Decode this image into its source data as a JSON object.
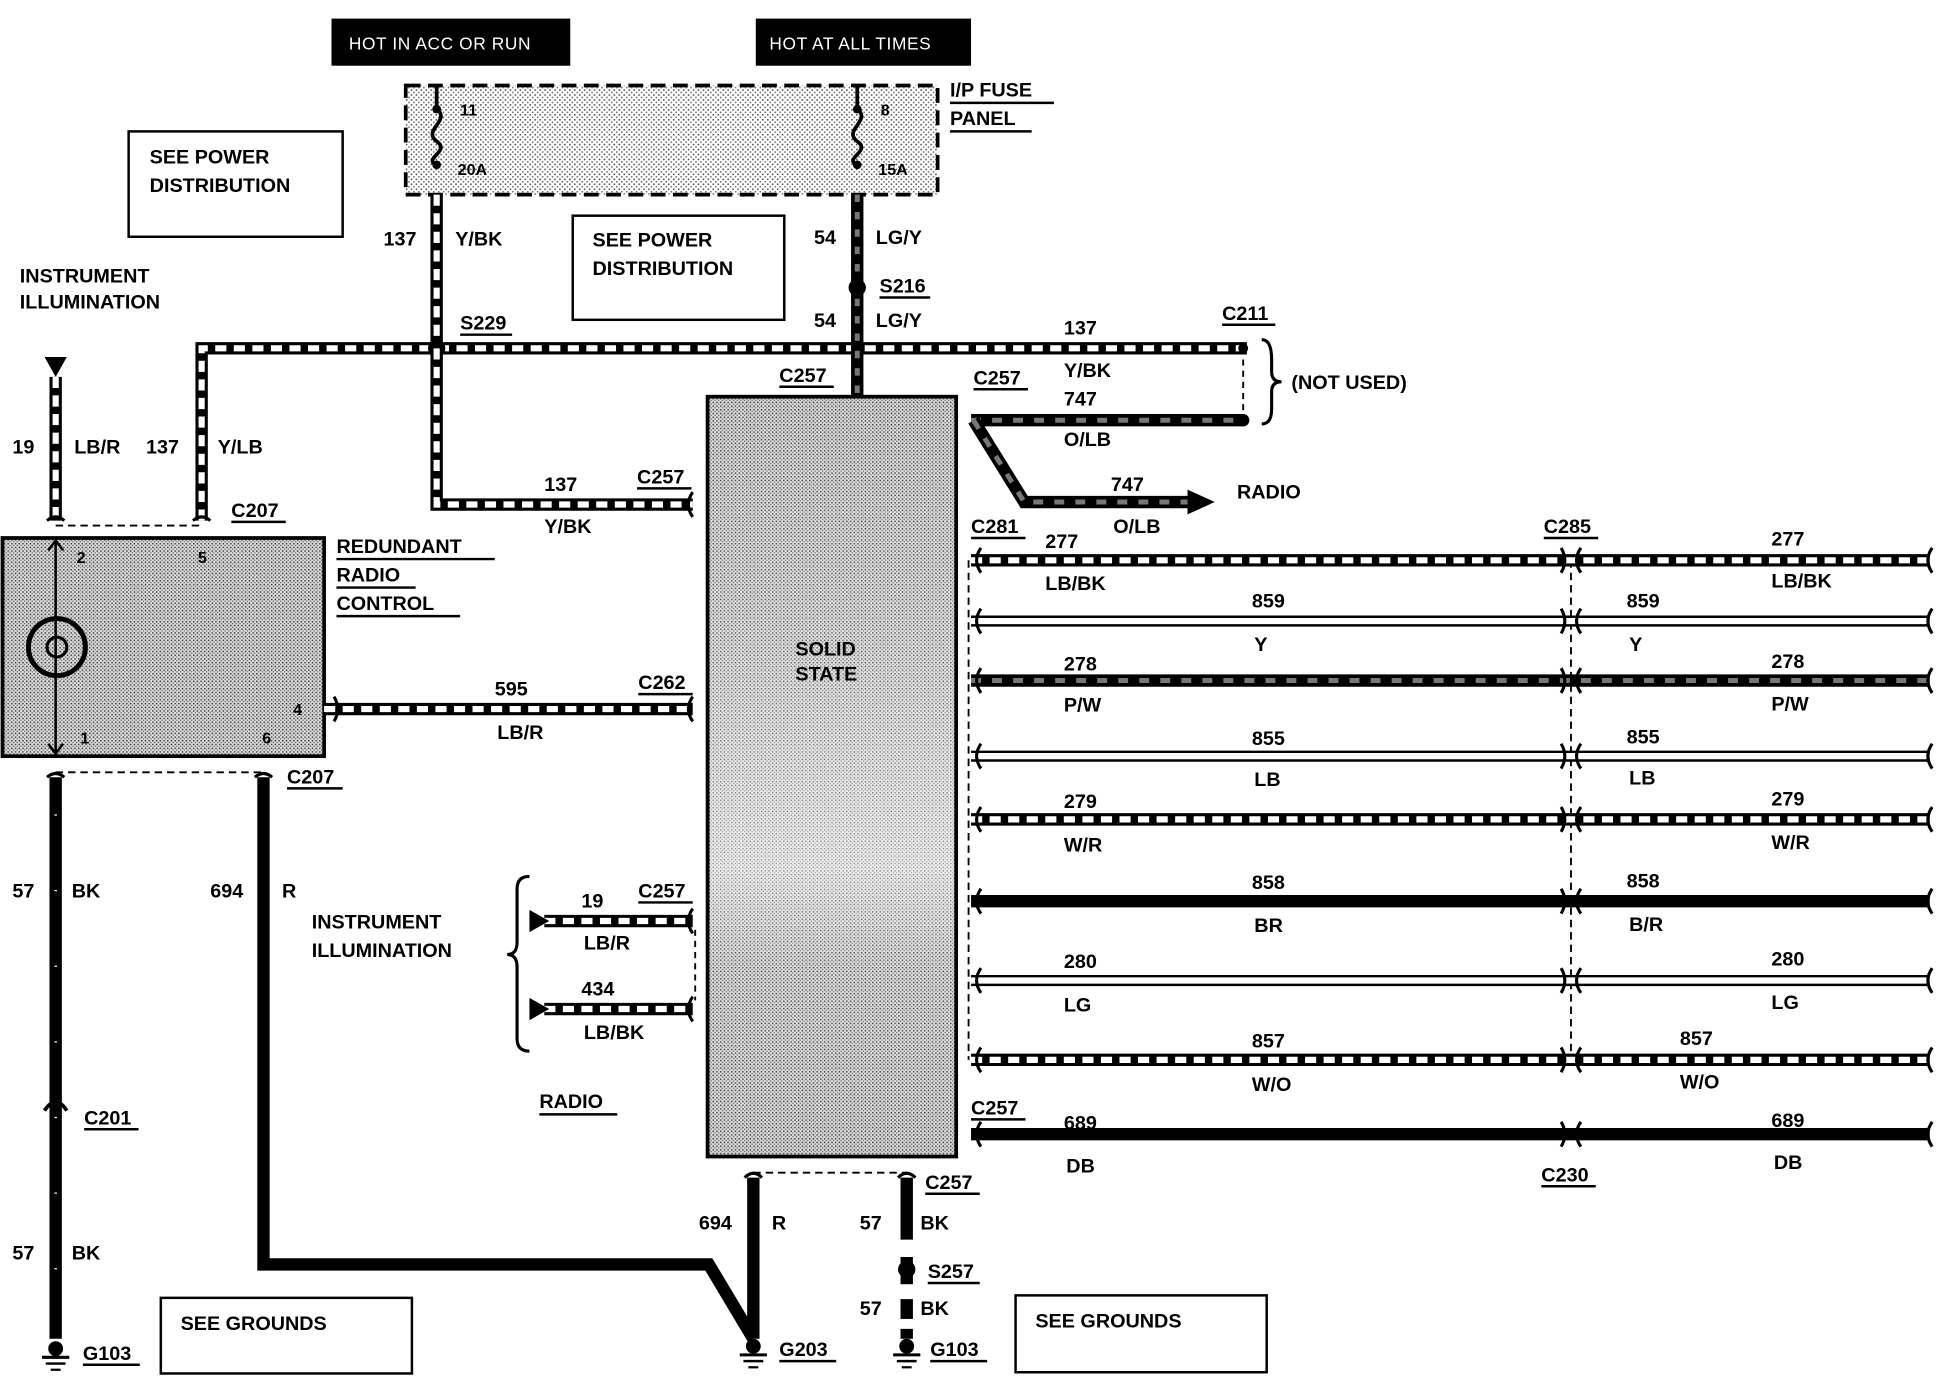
{
  "headers": {
    "acc_run": "HOT IN ACC OR RUN",
    "all_times": "HOT AT ALL TIMES"
  },
  "fuse_panel": {
    "title": "I/P FUSE",
    "title2": "PANEL",
    "fuse_a_num": "11",
    "fuse_a_amp": "20A",
    "fuse_b_num": "8",
    "fuse_b_amp": "15A"
  },
  "notes": {
    "power_dist": "SEE POWER",
    "power_dist2": "DISTRIBUTION",
    "grounds": "SEE GROUNDS"
  },
  "labels": {
    "inst_illum": "INSTRUMENT",
    "inst_illum2": "ILLUMINATION",
    "rrc": "REDUNDANT",
    "rrc2": "RADIO",
    "rrc3": "CONTROL",
    "solid": "SOLID",
    "state": "STATE",
    "radio_dest": "RADIO",
    "radio_title": "RADIO",
    "not_used": "(NOT USED)"
  },
  "connectors": {
    "c207": "C207",
    "c257": "C257",
    "c262": "C262",
    "c211": "C211",
    "c281": "C281",
    "c285": "C285",
    "c230": "C230",
    "c201": "C201",
    "s229": "S229",
    "s216": "S216",
    "s257": "S257",
    "g103": "G103",
    "g203": "G203"
  },
  "pins": {
    "p2": "2",
    "p5": "5",
    "p1": "1",
    "p6": "6",
    "p4": "4"
  },
  "wires": {
    "w137": "137",
    "ybk": "Y/BK",
    "w54": "54",
    "lgy": "LG/Y",
    "w19": "19",
    "lbr": "LB/R",
    "ylb": "Y/LB",
    "w747": "747",
    "olb": "O/LB",
    "w595": "595",
    "w434": "434",
    "lbbk": "LB/BK",
    "w57": "57",
    "bk": "BK",
    "w694": "694",
    "r": "R",
    "w277": "277",
    "w859": "859",
    "y": "Y",
    "w278": "278",
    "pw": "P/W",
    "w855": "855",
    "lb": "LB",
    "w279": "279",
    "wr": "W/R",
    "w858": "858",
    "br": "BR",
    "b_r": "B/R",
    "w280": "280",
    "lg": "LG",
    "w857": "857",
    "wo": "W/O",
    "w689": "689",
    "db": "DB"
  }
}
